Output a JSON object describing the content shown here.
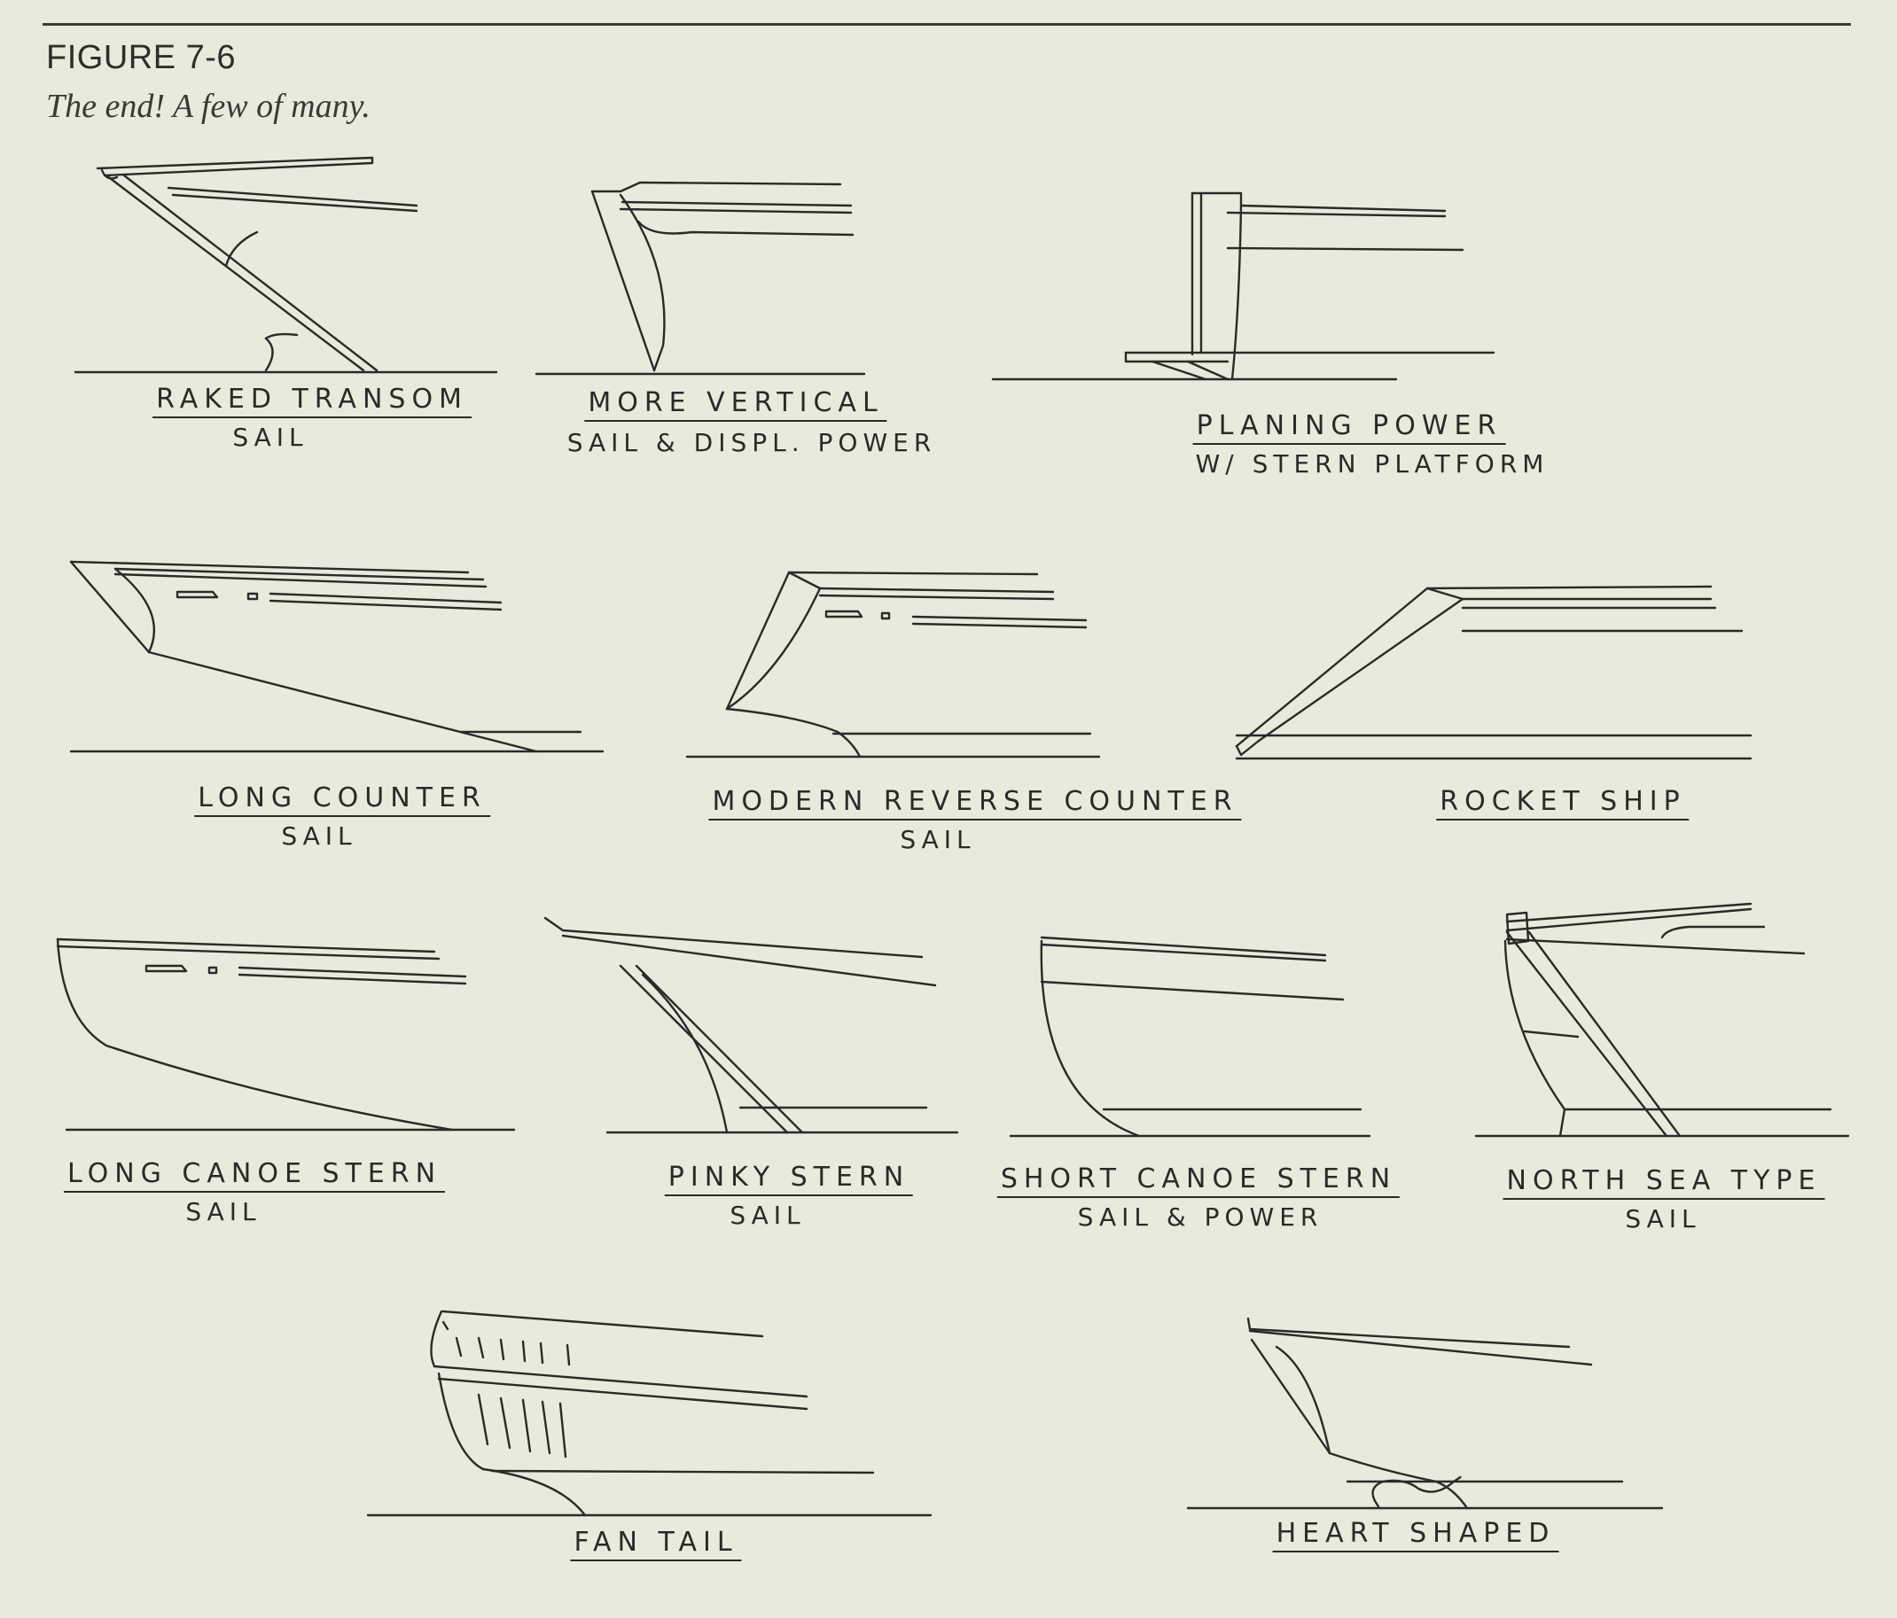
{
  "figure": {
    "number": "FIGURE 7-6",
    "caption": "The end! A few of many."
  },
  "sterns": [
    {
      "name": "RAKED TRANSOM",
      "use": "SAIL"
    },
    {
      "name": "MORE VERTICAL",
      "use": "SAIL & DISPL. POWER"
    },
    {
      "name": "PLANING POWER",
      "use": "W/ STERN PLATFORM"
    },
    {
      "name": "LONG COUNTER",
      "use": "SAIL"
    },
    {
      "name": "MODERN REVERSE COUNTER",
      "use": "SAIL"
    },
    {
      "name": "ROCKET SHIP",
      "use": ""
    },
    {
      "name": "LONG CANOE STERN",
      "use": "SAIL"
    },
    {
      "name": "PINKY STERN",
      "use": "SAIL"
    },
    {
      "name": "SHORT CANOE STERN",
      "use": "SAIL & POWER"
    },
    {
      "name": "NORTH SEA TYPE",
      "use": "SAIL"
    },
    {
      "name": "FAN TAIL",
      "use": ""
    },
    {
      "name": "HEART SHAPED",
      "use": ""
    }
  ]
}
